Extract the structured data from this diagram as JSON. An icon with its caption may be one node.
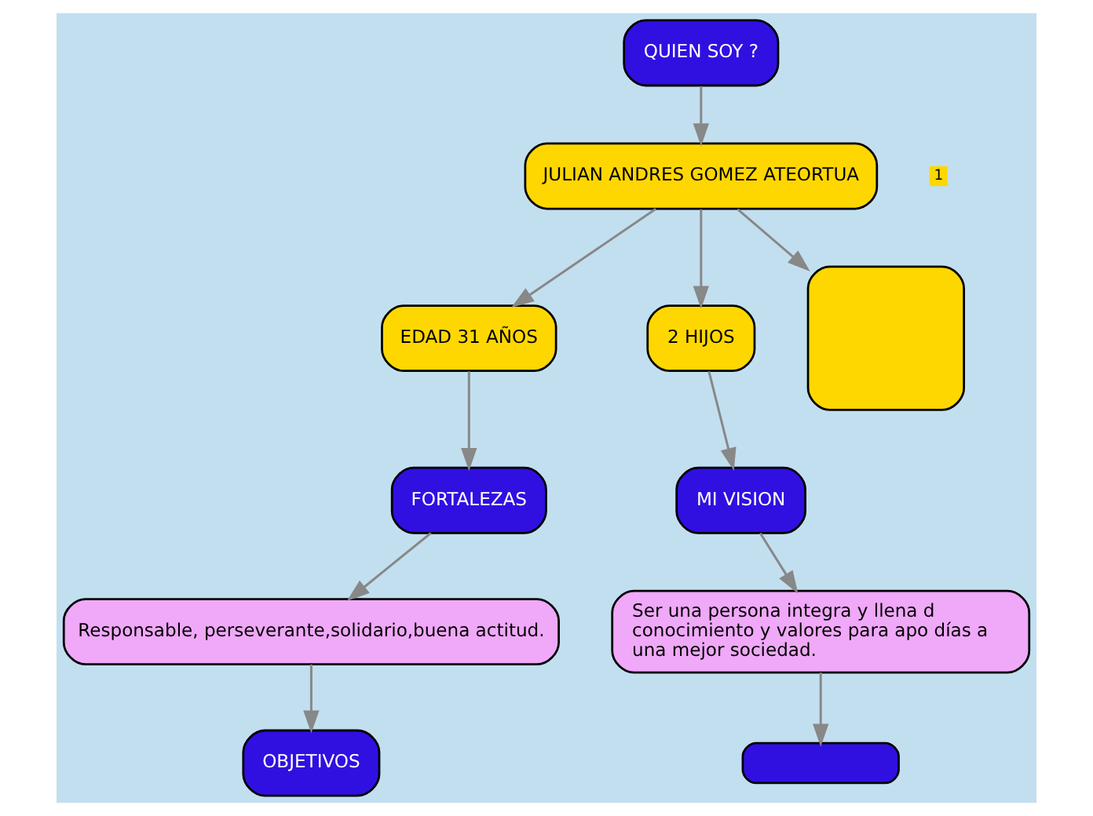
{
  "diagram": {
    "nodes": [
      {
        "text": [
          "JULIAN ANDRES GOMEZ ATEORTUA"
        ]
      },
      {
        "text": [
          "QUIEN SOY ?"
        ]
      },
      {
        "text": [
          "EDAD 31 AÑOS"
        ]
      },
      {
        "text": [
          "2 HIJOS"
        ]
      },
      {
        "text": [
          "FORTALEZAS"
        ]
      },
      {
        "text": [
          "Responsable, perseverante,solidario,buena actitud."
        ]
      },
      {
        "text": [
          "OBJETIVOS"
        ]
      },
      {
        "text": [
          "MI VISION"
        ]
      },
      {
        "text": [
          "Ser una persona integra y llena d conocimiento y valores para apo días a una mejor sociedad."
        ]
      },
      {
        "text": [],
        "shape": "box"
      },
      {
        "text": [],
        "shape": "box"
      }
    ],
    "edges": [
      {
        "from": 1,
        "to": 0,
        "arrow": "to"
      },
      {
        "from": 0,
        "to": 2,
        "arrow": "to"
      },
      {
        "from": 2,
        "to": 4,
        "arrow": "to"
      },
      {
        "from": 4,
        "to": 5,
        "arrow": "to"
      },
      {
        "from": 5,
        "to": 6,
        "arrow": "to"
      },
      {
        "from": 0,
        "to": 3,
        "arrow": "to"
      },
      {
        "from": 3,
        "to": 7,
        "arrow": "to"
      },
      {
        "from": 7,
        "to": 8,
        "arrow": "to"
      },
      {
        "from": 8,
        "to": 10,
        "arrow": "to"
      },
      {
        "from": 0,
        "to": 9,
        "arrow": "to"
      }
    ],
    "labels": [
      "1"
    ]
  }
}
